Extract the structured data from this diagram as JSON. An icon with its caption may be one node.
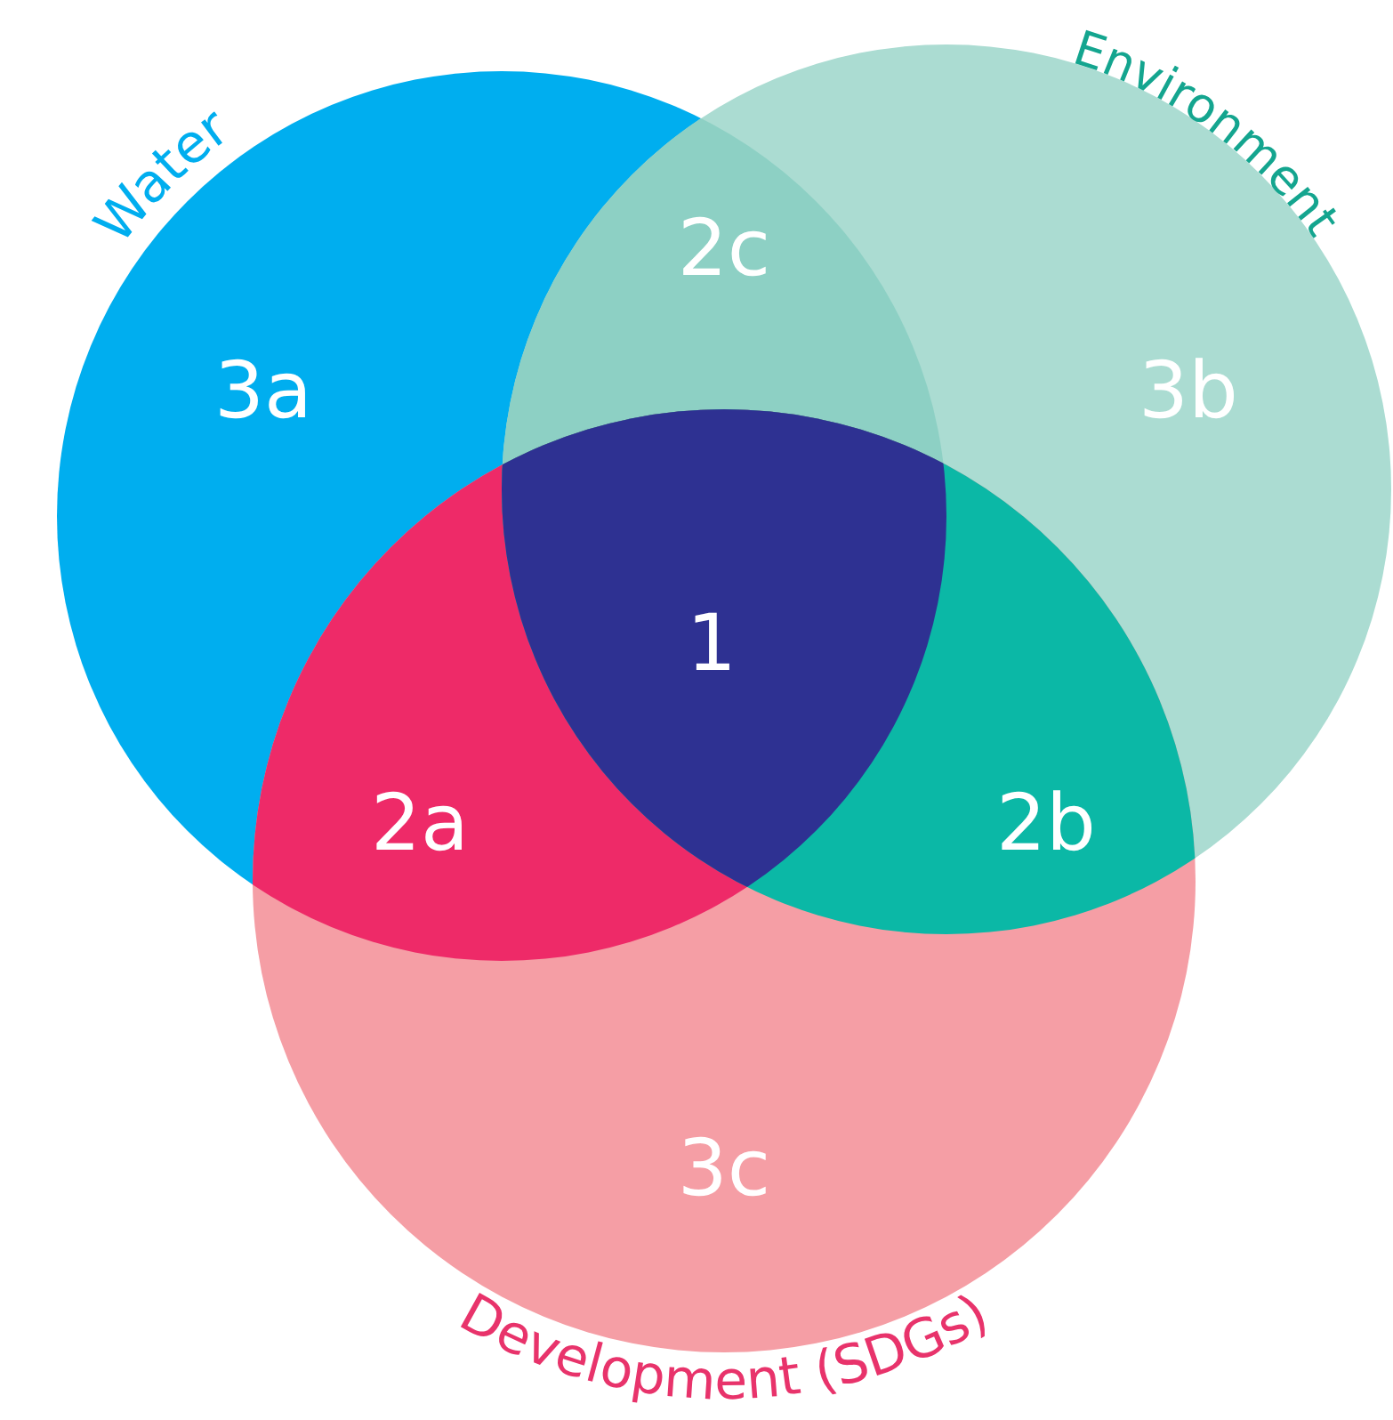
{
  "diagram": {
    "nodes": [
      {
        "text": [
          "Water"
        ]
      },
      {
        "text": [
          "Environment"
        ]
      },
      {
        "text": [
          "Development (SDGs)"
        ]
      }
    ],
    "labels": [
      "2c",
      "3a",
      "3b",
      "1",
      "2a",
      "2b",
      "3c"
    ]
  }
}
